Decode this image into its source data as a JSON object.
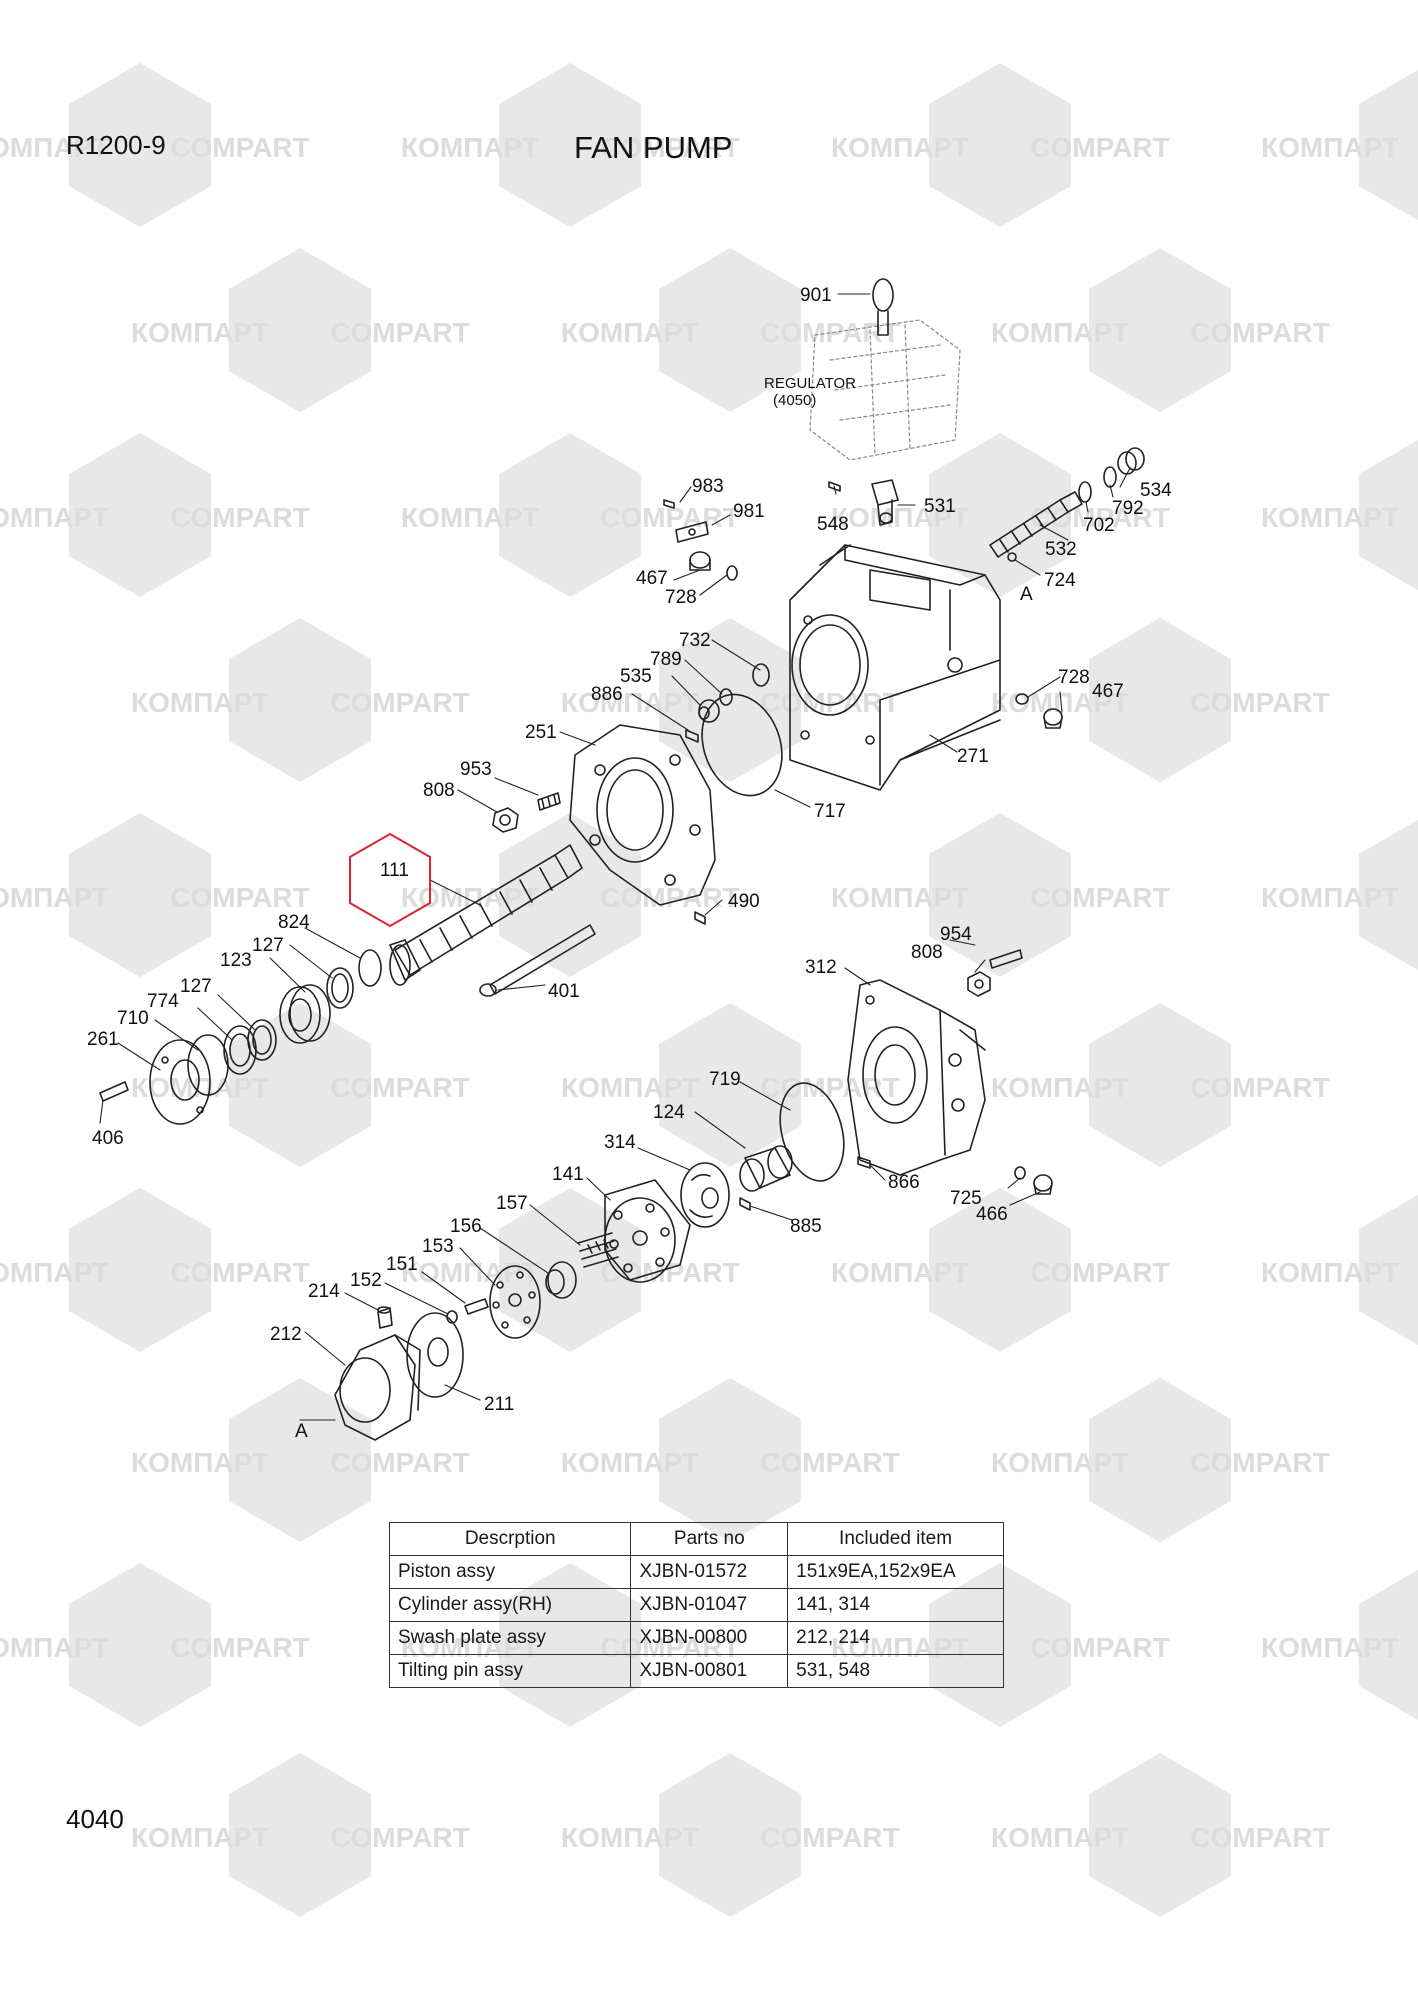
{
  "header": {
    "model": "R1200-9",
    "title": "FAN PUMP"
  },
  "footer": {
    "page_number": "4040"
  },
  "watermark": {
    "brand_cyrillic": "КОМПАРТ",
    "brand_latin": "COMPART"
  },
  "regulator_note": {
    "label": "REGULATOR",
    "ref": "(4050)"
  },
  "view_marker": "A",
  "highlighted_part": "111",
  "callouts": [
    {
      "id": "c901",
      "label": "901"
    },
    {
      "id": "c983",
      "label": "983"
    },
    {
      "id": "c981",
      "label": "981"
    },
    {
      "id": "c548",
      "label": "548"
    },
    {
      "id": "c531",
      "label": "531"
    },
    {
      "id": "c534",
      "label": "534"
    },
    {
      "id": "c792",
      "label": "792"
    },
    {
      "id": "c702",
      "label": "702"
    },
    {
      "id": "c532",
      "label": "532"
    },
    {
      "id": "c724",
      "label": "724"
    },
    {
      "id": "c467a",
      "label": "467"
    },
    {
      "id": "c728a",
      "label": "728"
    },
    {
      "id": "c732",
      "label": "732"
    },
    {
      "id": "c789",
      "label": "789"
    },
    {
      "id": "c535",
      "label": "535"
    },
    {
      "id": "c886",
      "label": "886"
    },
    {
      "id": "c251",
      "label": "251"
    },
    {
      "id": "c728b",
      "label": "728"
    },
    {
      "id": "c467b",
      "label": "467"
    },
    {
      "id": "c271",
      "label": "271"
    },
    {
      "id": "c953",
      "label": "953"
    },
    {
      "id": "c808a",
      "label": "808"
    },
    {
      "id": "c717",
      "label": "717"
    },
    {
      "id": "c111",
      "label": "111"
    },
    {
      "id": "c490",
      "label": "490"
    },
    {
      "id": "c824",
      "label": "824"
    },
    {
      "id": "c127a",
      "label": "127"
    },
    {
      "id": "c123",
      "label": "123"
    },
    {
      "id": "c127b",
      "label": "127"
    },
    {
      "id": "c774",
      "label": "774"
    },
    {
      "id": "c710",
      "label": "710"
    },
    {
      "id": "c261",
      "label": "261"
    },
    {
      "id": "c401",
      "label": "401"
    },
    {
      "id": "c954",
      "label": "954"
    },
    {
      "id": "c808b",
      "label": "808"
    },
    {
      "id": "c312",
      "label": "312"
    },
    {
      "id": "c406",
      "label": "406"
    },
    {
      "id": "c719",
      "label": "719"
    },
    {
      "id": "c124",
      "label": "124"
    },
    {
      "id": "c314",
      "label": "314"
    },
    {
      "id": "c141",
      "label": "141"
    },
    {
      "id": "c866",
      "label": "866"
    },
    {
      "id": "c725",
      "label": "725"
    },
    {
      "id": "c466",
      "label": "466"
    },
    {
      "id": "c885",
      "label": "885"
    },
    {
      "id": "c157",
      "label": "157"
    },
    {
      "id": "c156",
      "label": "156"
    },
    {
      "id": "c153",
      "label": "153"
    },
    {
      "id": "c151",
      "label": "151"
    },
    {
      "id": "c152",
      "label": "152"
    },
    {
      "id": "c214",
      "label": "214"
    },
    {
      "id": "c212",
      "label": "212"
    },
    {
      "id": "c211",
      "label": "211"
    }
  ],
  "parts_table": {
    "headers": [
      "Descrption",
      "Parts no",
      "Included item"
    ],
    "rows": [
      [
        "Piston  assy",
        "XJBN-01572",
        "151x9EA,152x9EA"
      ],
      [
        "Cylinder  assy(RH)",
        "XJBN-01047",
        "141, 314"
      ],
      [
        "Swash plate assy",
        "XJBN-00800",
        "212, 214"
      ],
      [
        "Tilting pin assy",
        "XJBN-00801",
        "531, 548"
      ]
    ]
  },
  "colors": {
    "line": "#222222",
    "highlight": "#d9262c",
    "watermark": "#e8e8e8"
  }
}
